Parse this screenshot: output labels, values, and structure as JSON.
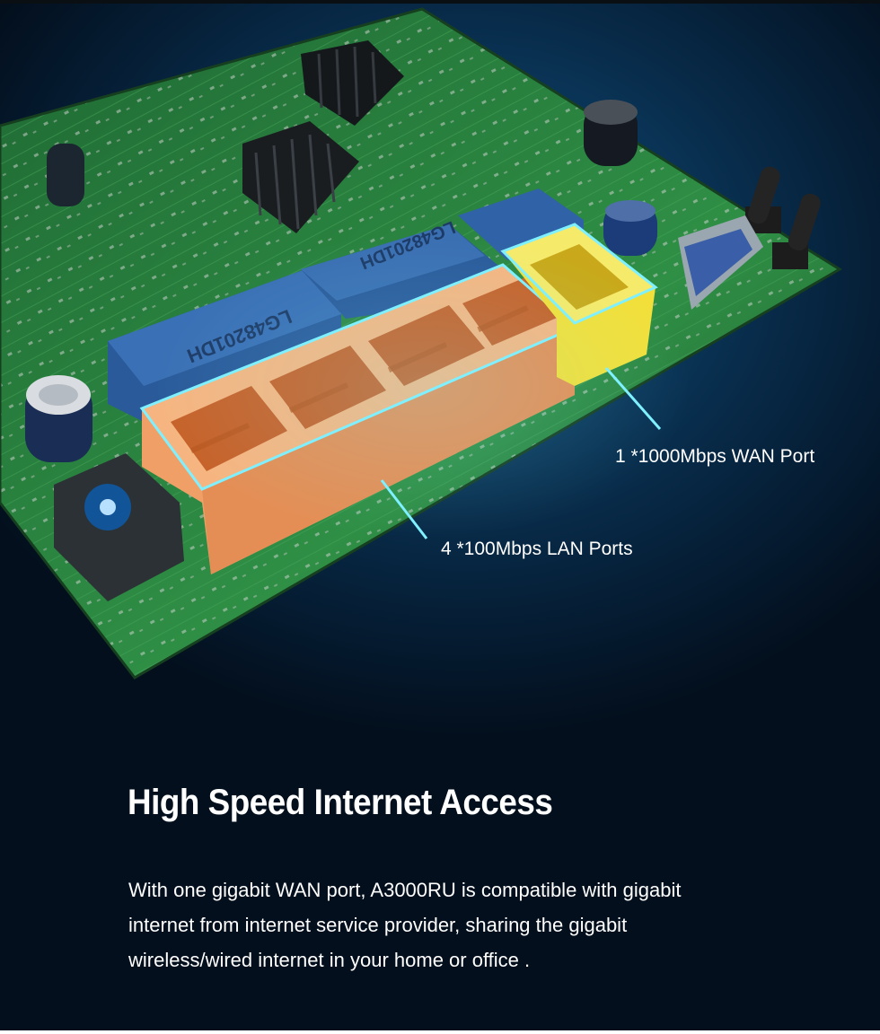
{
  "callouts": {
    "wan_port": "1 *1000Mbps WAN Port",
    "lan_ports": "4 *100Mbps LAN Ports"
  },
  "feature": {
    "title": "High Speed Internet Access",
    "description_lines": [
      "With one gigabit WAN port, A3000RU is compatible with gigabit",
      "internet from internet service provider, sharing the gigabit",
      "wireless/wired internet in your home or office ."
    ]
  },
  "board_markings": {
    "transformer_left": "LG48201DH",
    "transformer_right": "LG48201DH"
  },
  "colors": {
    "pcb": "#2f8f45",
    "lan_ports": "#f0a066",
    "wan_port": "#f2df3a",
    "transformers": "#2a5a9a",
    "highlight": "#7ff0ff"
  }
}
